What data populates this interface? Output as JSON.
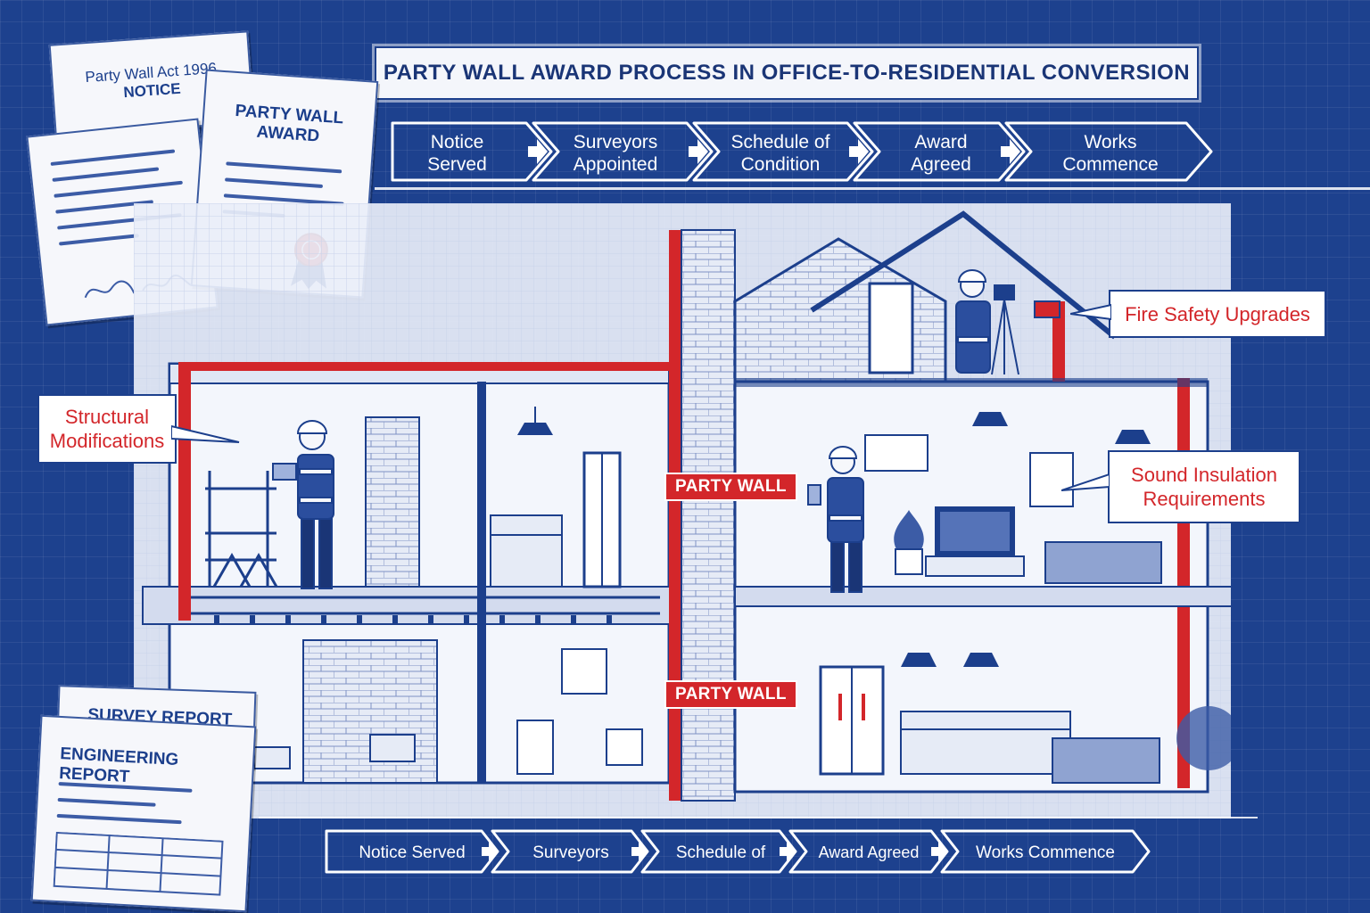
{
  "title": "PARTY WALL AWARD PROCESS IN OFFICE-TO-RESIDENTIAL CONVERSION",
  "top_steps": [
    {
      "line1": "Notice",
      "line2": "Served"
    },
    {
      "line1": "Surveyors",
      "line2": "Appointed"
    },
    {
      "line1": "Schedule of",
      "line2": "Condition"
    },
    {
      "line1": "Award",
      "line2": "Agreed"
    },
    {
      "line1": "Works",
      "line2": "Commence"
    }
  ],
  "bottom_steps": [
    "Notice Served",
    "Surveyors",
    "Schedule of",
    "Award Agreed",
    "Works Commence"
  ],
  "documents": {
    "notice_line1": "Party Wall Act 1996",
    "notice_line2": "NOTICE",
    "award_line1": "PARTY WALL",
    "award_line2": "AWARD",
    "survey_report": "SURVEY REPORT",
    "engineering_report": "ENGINEERING REPORT"
  },
  "callouts": {
    "structural_line1": "Structural",
    "structural_line2": "Modifications",
    "fire": "Fire Safety Upgrades",
    "sound_line1": "Sound Insulation",
    "sound_line2": "Requirements"
  },
  "party_wall_labels": [
    "PARTY WALL",
    "PARTY WALL"
  ],
  "colors": {
    "blueprint": "#1d418e",
    "accent_red": "#d3262a",
    "paper": "#f6f7fb"
  }
}
